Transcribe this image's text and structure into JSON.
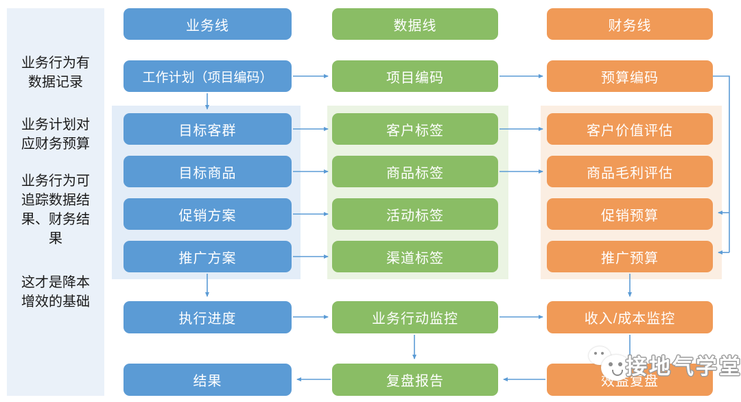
{
  "sidebar": {
    "notes": [
      "业务行为有\n数据记录",
      "业务计划对\n应财务预算",
      "业务行为可\n追踪数据结\n果、财务结\n果",
      "这才是降本\n增效的基础"
    ]
  },
  "columns": [
    {
      "header": "业务线",
      "rows": [
        "工作计划（项目编码）",
        "目标客群",
        "目标商品",
        "促销方案",
        "推广方案",
        "执行进度",
        "结果"
      ]
    },
    {
      "header": "数据线",
      "rows": [
        "项目编码",
        "客户标签",
        "商品标签",
        "活动标签",
        "渠道标签",
        "业务行动监控",
        "复盘报告"
      ]
    },
    {
      "header": "财务线",
      "rows": [
        "预算编码",
        "客户价值评估",
        "商品毛利评估",
        "促销预算",
        "推广预算",
        "收入/成本监控",
        "效益复盘"
      ]
    }
  ],
  "watermark": {
    "text": "接地气学堂"
  },
  "colors": {
    "box_blue": "#5B9BD5",
    "box_green": "#8ABD65",
    "box_orange": "#F09A57",
    "panel_blue": "#E3EDF8",
    "panel_green": "#EBF4E3",
    "panel_orange": "#FBEEE2",
    "sidebar_bg": "#EAF1F9",
    "arrow": "#5B9BD5"
  }
}
